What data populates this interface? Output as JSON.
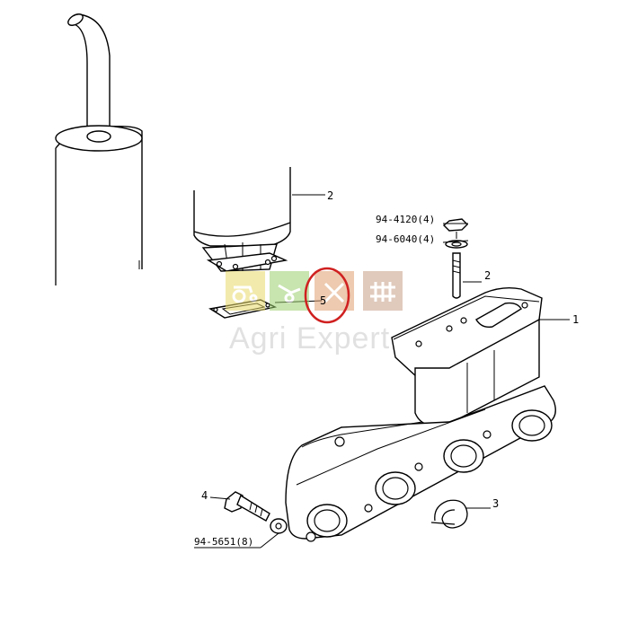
{
  "callouts": {
    "manifold": "1",
    "pipe_top": "2",
    "stud": "2",
    "clip": "3",
    "bolt": "4",
    "gasket": "5"
  },
  "part_codes": {
    "nut": "94-4120(4)",
    "washer": "94-6040(4)",
    "bolt_washer": "94-5651(8)"
  },
  "watermark": {
    "brand": "Agri Expert",
    "tiles": [
      {
        "icon": "tractor-icon",
        "color": "#e8d96a"
      },
      {
        "icon": "wheelbarrow-icon",
        "color": "#9ccf6e"
      },
      {
        "icon": "tools-icon",
        "color": "#e0a070"
      },
      {
        "icon": "fence-icon",
        "color": "#c79f86"
      }
    ]
  },
  "highlight": {
    "color": "#d02020"
  }
}
